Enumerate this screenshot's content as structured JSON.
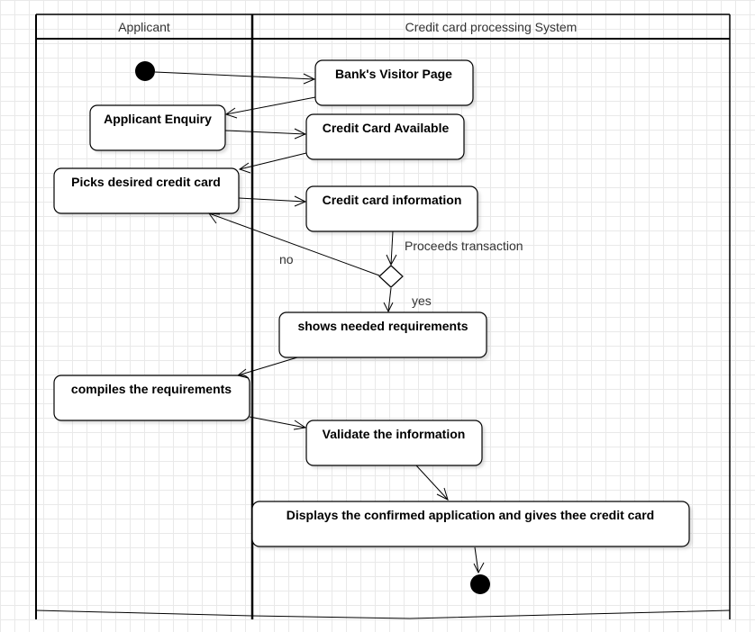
{
  "lanes": {
    "applicant": "Applicant",
    "system": "Credit card processing System"
  },
  "nodes": {
    "visitor_page": "Bank's Visitor Page",
    "applicant_enquiry": "Applicant Enquiry",
    "card_available": "Credit Card Available",
    "picks_card": "Picks desired credit card",
    "card_information": "Credit card information",
    "shows_requirements": "shows needed requirements",
    "compiles_requirements": "compiles the requirements",
    "validate_information": "Validate the information",
    "displays_confirmed": "Displays the confirmed application and gives thee credit card"
  },
  "edge_labels": {
    "proceeds": "Proceeds transaction",
    "no": "no",
    "yes": "yes"
  }
}
